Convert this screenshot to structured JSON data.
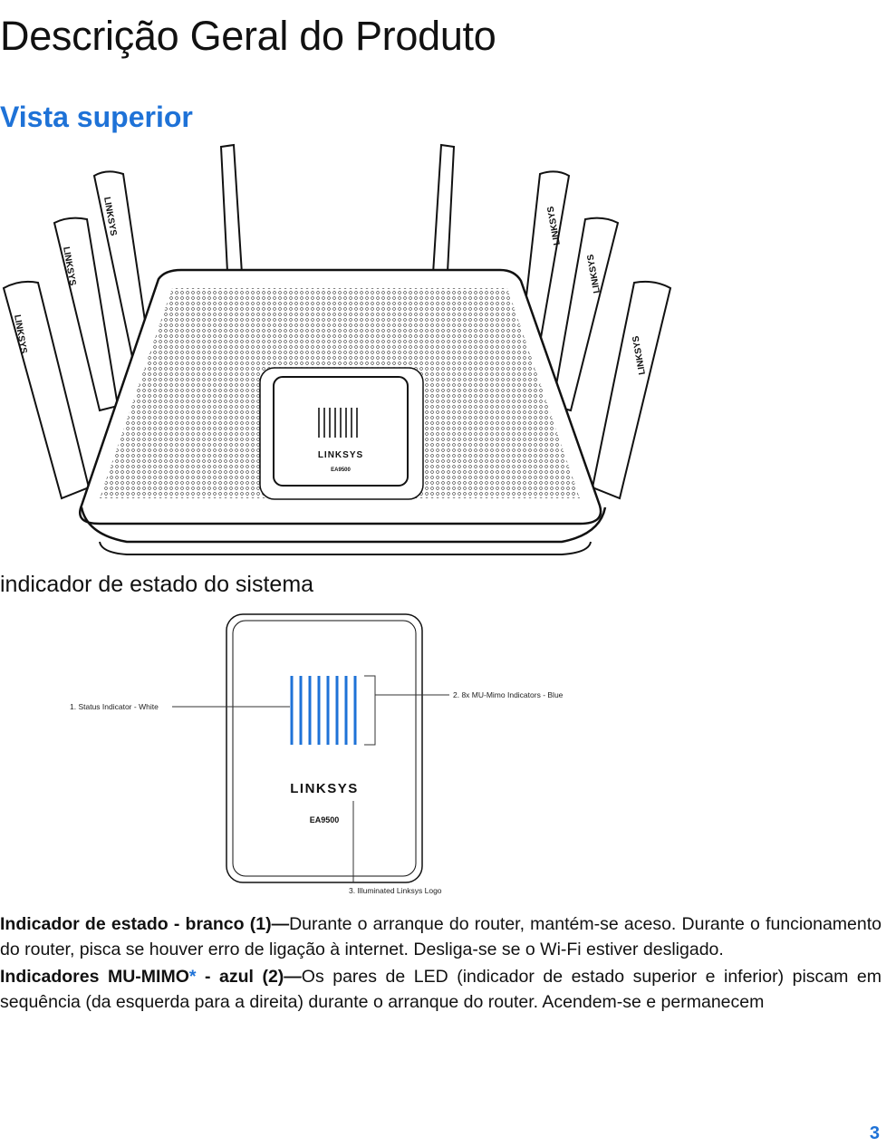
{
  "page": {
    "title": "Descrição Geral do Produto",
    "section_title": "Vista superior",
    "subheading": "indicador de estado do sistema",
    "page_number": "3"
  },
  "router_figure": {
    "brand_logo": "LINKSYS",
    "model": "EA9500",
    "antenna_count": 8
  },
  "panel_figure": {
    "brand_logo": "LINKSYS",
    "model": "EA9500",
    "callouts": [
      "1. Status Indicator - White",
      "2. 8x MU-Mimo Indicators - Blue",
      "3. Illuminated Linksys Logo"
    ],
    "led_count": 8,
    "led_color": "#1e72d7"
  },
  "paragraphs": [
    {
      "lead": "Indicador de estado - branco (1)—",
      "text": "Durante o arranque do router, mantém-se aceso. Durante o funcionamento do router, pisca se houver erro de ligação à internet. Desliga-se se o Wi-Fi estiver desligado."
    },
    {
      "lead_a": "Indicadores MU-MIMO",
      "asterisk": "*",
      "lead_b": " - azul (2)—",
      "text": "Os pares de LED (indicador de estado superior e inferior) piscam em sequência (da esquerda para a direita) durante o arranque do router. Acendem-se e permanecem"
    }
  ],
  "colors": {
    "accent": "#1e72d7",
    "text": "#111111"
  }
}
